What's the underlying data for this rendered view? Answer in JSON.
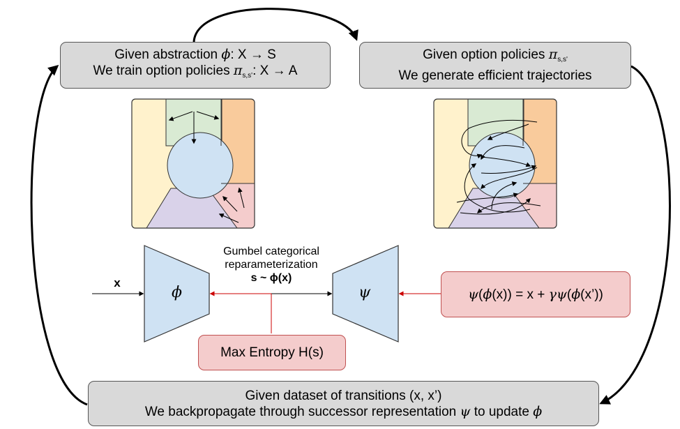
{
  "top_left_box": {
    "line1_pre": "Given abstraction ",
    "phi": "ϕ",
    "line1_post": ": X → S",
    "line2_pre": "We train option policies ",
    "pi": "π",
    "sub": "s,s'",
    "line2_post": ": X → A"
  },
  "top_right_box": {
    "line1_pre": "Given option policies ",
    "pi": "π",
    "sub": "s,s'",
    "line2": "We generate efficient trajectories"
  },
  "bottom_box": {
    "line1": "Given dataset of transitions (x, x’)",
    "line2_pre": "We backpropagate through successor representation ",
    "psi": "ψ",
    "line2_mid": " to update ",
    "phi": "ϕ"
  },
  "encoder": {
    "symbol": "ϕ",
    "input": "x"
  },
  "decoder": {
    "symbol": "ψ"
  },
  "gumbel": {
    "line1": "Gumbel categorical",
    "line2": "reparameterization",
    "sample": "s ~ ϕ(x)"
  },
  "entropy_box": {
    "label": "Max Entropy H(s)"
  },
  "target_box": {
    "psi1": "ψ",
    "p1": "(",
    "phi1": "ϕ",
    "mid": "(x)) = x + ",
    "gamma": "γ",
    "psi2": "ψ",
    "p2": "(",
    "phi2": "ϕ",
    "end": "(x’))"
  },
  "colors": {
    "box_gray": "#d9d9d9",
    "box_pink": "#f4cccc",
    "trapezoid_blue": "#cfe2f3",
    "region_yellow": "#fff2cc",
    "region_orange": "#f9cb9c",
    "region_pink": "#f4cccc",
    "region_purple": "#d9d2e9",
    "region_green": "#d9ead3",
    "region_blue": "#cfe2f3",
    "gradient_arrow": "#cc0000"
  }
}
